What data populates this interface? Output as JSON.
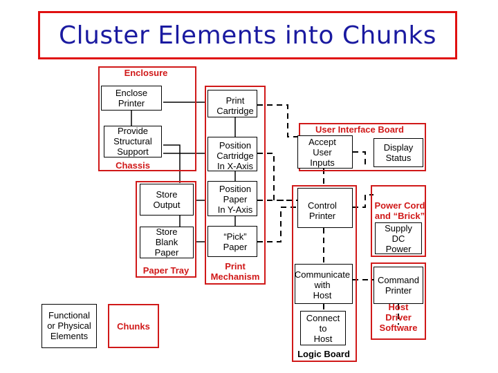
{
  "title": "Cluster Elements into Chunks",
  "colors": {
    "red": "#d01818",
    "title_blue": "#1a1aa0",
    "line": "#000000"
  },
  "enclosure": {
    "label": "Enclosure",
    "enclose_printer": "Enclose\nPrinter",
    "provide_support": "Provide\nStructural\nSupport",
    "chassis": "Chassis",
    "store_output": "Store\nOutput",
    "store_blank": "Store\nBlank\nPaper",
    "paper_tray": "Paper Tray"
  },
  "print_mechanism": {
    "print_cartridge": "Print\nCartridge",
    "position_x": "Position\nCartridge\nIn X-Axis",
    "position_y": "Position\nPaper\nIn Y-Axis",
    "pick_paper": "“Pick”\nPaper",
    "label": "Print\nMechanism"
  },
  "user_interface": {
    "label": "User Interface Board",
    "accept": "Accept\nUser\nInputs",
    "display": "Display\nStatus"
  },
  "logic_board": {
    "control": "Control\nPrinter",
    "communicate": "Communicate\nwith\nHost",
    "connect": "Connect\nto\nHost",
    "label": "Logic Board"
  },
  "power": {
    "label": "Power Cord\nand “Brick”",
    "supply": "Supply\nDC\nPower"
  },
  "host_driver": {
    "command": "Command\nPrinter",
    "label": "Host\nDriver\nSoftware"
  },
  "legend": {
    "functional": "Functional\nor Physical\nElements",
    "chunks": "Chunks"
  }
}
